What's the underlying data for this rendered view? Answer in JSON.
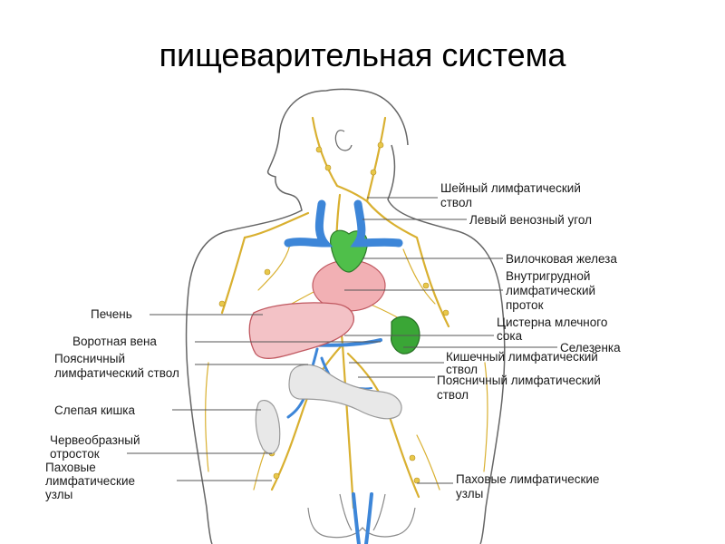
{
  "title": "пищеварительная система",
  "colors": {
    "lymph": "#d9b030",
    "vein": "#3d86d8",
    "organ_red": "#e07a80",
    "organ_green": "#3aa636",
    "outline": "#555555"
  },
  "labels": {
    "neck_trunk_1": "Шейный лимфатический",
    "neck_trunk_2": "ствол",
    "left_venous_angle": "Левый венозный угол",
    "thymus": "Вилочковая железа",
    "thoracic_duct_1": "Внутригрудной",
    "thoracic_duct_2": "лимфатический",
    "thoracic_duct_3": "проток",
    "liver": "Печень",
    "cisterna_1": "Цистерна млечного",
    "cisterna_2": "сока",
    "portal_vein": "Воротная вена",
    "spleen": "Селезенка",
    "lumbar_left_1": "Поясничный",
    "lumbar_left_2": "лимфатический ствол",
    "intestinal_trunk_1": "Кишечный лимфатический",
    "intestinal_trunk_2": "ствол",
    "lumbar_right_1": "Поясничный лимфатический",
    "lumbar_right_2": "ствол",
    "cecum": "Слепая кишка",
    "appendix_1": "Червеобразный",
    "appendix_2": "отросток",
    "inguinal_left_1": "Паховые",
    "inguinal_left_2": "лимфатические",
    "inguinal_left_3": "узлы",
    "inguinal_right_1": "Паховые лимфатические",
    "inguinal_right_2": "узлы"
  }
}
